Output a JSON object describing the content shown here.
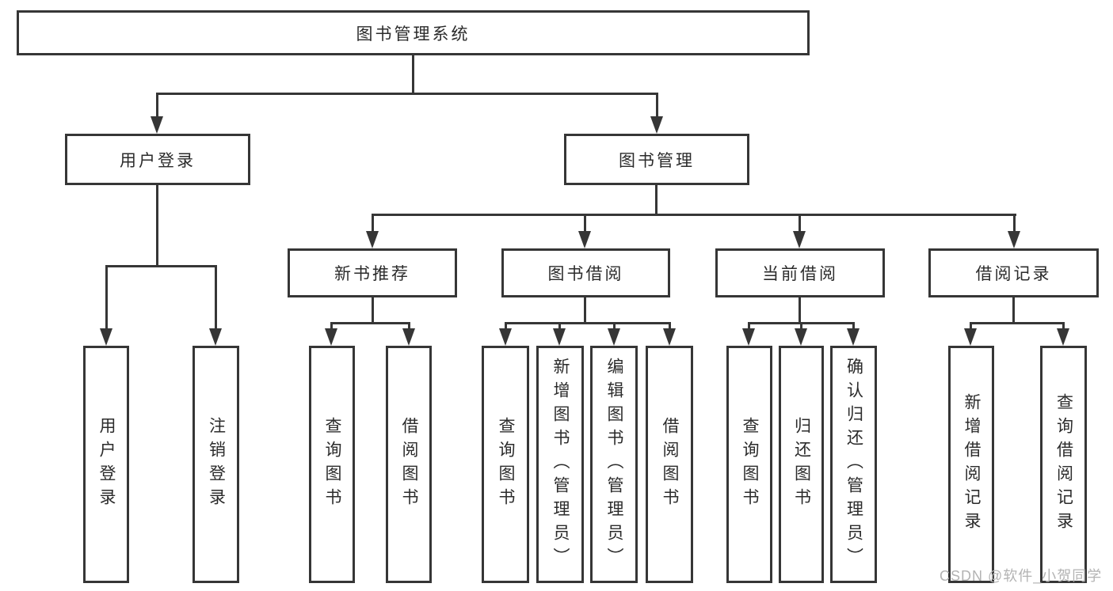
{
  "tree": {
    "label": "图书管理系统",
    "children": [
      {
        "label": "用户登录",
        "children": [
          {
            "label": "用户登录"
          },
          {
            "label": "注销登录"
          }
        ]
      },
      {
        "label": "图书管理",
        "children": [
          {
            "label": "新书推荐",
            "children": [
              {
                "label": "查询图书"
              },
              {
                "label": "借阅图书"
              }
            ]
          },
          {
            "label": "图书借阅",
            "children": [
              {
                "label": "查询图书"
              },
              {
                "label": "新增图书（管理员）"
              },
              {
                "label": "编辑图书（管理员）"
              },
              {
                "label": "借阅图书"
              }
            ]
          },
          {
            "label": "当前借阅",
            "children": [
              {
                "label": "查询图书"
              },
              {
                "label": "归还图书"
              },
              {
                "label": "确认归还（管理员）"
              }
            ]
          },
          {
            "label": "借阅记录",
            "children": [
              {
                "label": "新增借阅记录"
              },
              {
                "label": "查询借阅记录"
              }
            ]
          }
        ]
      }
    ]
  },
  "watermark": "CSDN @软件_小贺同学",
  "colors": {
    "line": "#363636",
    "text": "#2b2b2b",
    "background": "#ffffff",
    "watermark": "#b3b3b3"
  }
}
